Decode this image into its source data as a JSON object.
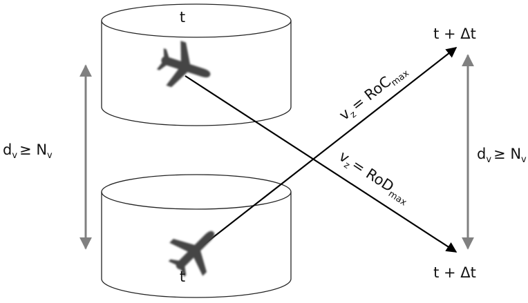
{
  "top_cylinder": {
    "label": "t"
  },
  "bottom_cylinder": {
    "label": "t"
  },
  "left_separation": {
    "d": "d",
    "sub1": "v",
    "geq": "≥ N",
    "sub2": "v"
  },
  "right_separation": {
    "d": "d",
    "sub1": "v",
    "geq": "≥ N",
    "sub2": "v"
  },
  "climb_path": {
    "v": "v",
    "v_sub": "z",
    "eq": "= RoC",
    "eq_sub": "max"
  },
  "descent_path": {
    "v": "v",
    "v_sub": "z",
    "eq": "= RoD",
    "eq_sub": "max"
  },
  "endpoint_top": {
    "label": "t + Δt"
  },
  "endpoint_bottom": {
    "label": "t + Δt"
  },
  "colors": {
    "cylinder": "#222222",
    "path": "#000000",
    "separation_arrow": "#808080",
    "aircraft": "#444444"
  },
  "icons": [
    "airplane-icon",
    "airplane-icon"
  ]
}
